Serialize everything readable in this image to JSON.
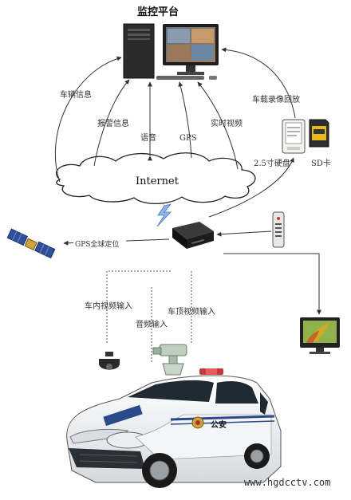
{
  "title": "监控平台",
  "cloud_label": "Internet",
  "links": {
    "vehicle_info": "车辆信息",
    "alarm_info": "报警信息",
    "voice": "语音",
    "gps": "GPS",
    "live_video": "实时视频",
    "onboard_playback": "车载录像回放",
    "gps_positioning": "GPS全球定位",
    "in_car_video": "车内视频输入",
    "audio_input": "音频输入",
    "roof_video": "车顶视频输入"
  },
  "storage": {
    "hdd": "2.5寸硬盘",
    "sd": "SD卡"
  },
  "car_door_text": "公安",
  "watermark": "www.hgdcctv.com"
}
